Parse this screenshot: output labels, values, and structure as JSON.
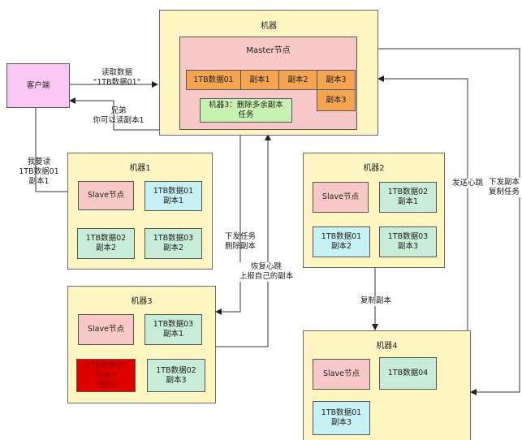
{
  "machines": {
    "main": "机器",
    "m1": "机器1",
    "m2": "机器2",
    "m3": "机器3",
    "m4": "机器4"
  },
  "master": {
    "title": "Master节点",
    "cells": [
      "1TB数据01",
      "副本1",
      "副本2",
      "副本3",
      "副本3"
    ],
    "task": "机器3：删除多余副本\n任务"
  },
  "client": "客户端",
  "m1": {
    "slave": "Slave节点",
    "a": "1TB数据01\n副本1",
    "b": "1TB数据02\n副本2",
    "c": "1TB数据03\n副本2"
  },
  "m2": {
    "slave": "Slave节点",
    "a": "1TB数据02\n副本1",
    "b": "1TB数据01\n副本2",
    "c": "1TB数据03\n副本3"
  },
  "m3": {
    "slave": "Slave节点",
    "a": "1TB数据03\n副本1",
    "b": "1TB数据01\n副本3\n（删除）",
    "c": "1TB数据02\n副本3"
  },
  "m4": {
    "slave": "Slave节点",
    "a": "1TB数据04",
    "b": "1TB数据01\n副本3"
  },
  "labels": {
    "read": "读取数据\n\"1TB数据01\"",
    "brother": "兄弟\n你可以读副本1",
    "want": "我要读\n1TB数据01\n副本1",
    "dispatch": "下发任务\n删除副本",
    "heartbeat": "恢复心跳\n上报自己的副本",
    "send_hb": "发送心跳",
    "dispatch_copy": "下发副本\n复制任务",
    "copy": "复制副本"
  },
  "colors": {
    "machine": "#fdf6c3",
    "master": "#f8c8c8",
    "orange": "#f5a551",
    "deleted": "#e00000"
  }
}
